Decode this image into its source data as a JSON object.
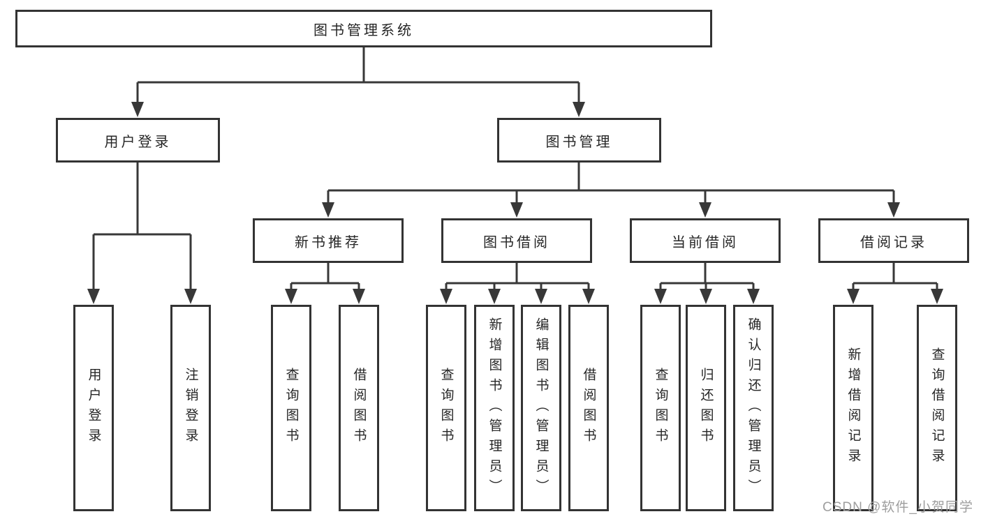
{
  "diagram": {
    "type": "org-tree",
    "colors": {
      "line": "#383838",
      "border": "#333333",
      "text": "#262626",
      "watermark": "#9e9e9e",
      "background": "#ffffff"
    },
    "nodes": {
      "root": {
        "label": "图书管理系统"
      },
      "level2": [
        {
          "label": "用户登录",
          "parent": "图书管理系统"
        },
        {
          "label": "图书管理",
          "parent": "图书管理系统"
        }
      ],
      "level3": [
        {
          "label": "新书推荐",
          "parent": "图书管理"
        },
        {
          "label": "图书借阅",
          "parent": "图书管理"
        },
        {
          "label": "当前借阅",
          "parent": "图书管理"
        },
        {
          "label": "借阅记录",
          "parent": "图书管理"
        }
      ],
      "leaves": [
        {
          "label": "用户登录",
          "parent": "用户登录"
        },
        {
          "label": "注销登录",
          "parent": "用户登录"
        },
        {
          "label": "查询图书",
          "parent": "新书推荐"
        },
        {
          "label": "借阅图书",
          "parent": "新书推荐"
        },
        {
          "label": "查询图书",
          "parent": "图书借阅"
        },
        {
          "label": "新增图书（管理员）",
          "parent": "图书借阅"
        },
        {
          "label": "编辑图书（管理员）",
          "parent": "图书借阅"
        },
        {
          "label": "借阅图书",
          "parent": "图书借阅"
        },
        {
          "label": "查询图书",
          "parent": "当前借阅"
        },
        {
          "label": "归还图书",
          "parent": "当前借阅"
        },
        {
          "label": "确认归还（管理员）",
          "parent": "当前借阅"
        },
        {
          "label": "新增借阅记录",
          "parent": "借阅记录"
        },
        {
          "label": "查询借阅记录",
          "parent": "借阅记录"
        }
      ]
    },
    "watermark": "CSDN @软件_小贺同学"
  }
}
